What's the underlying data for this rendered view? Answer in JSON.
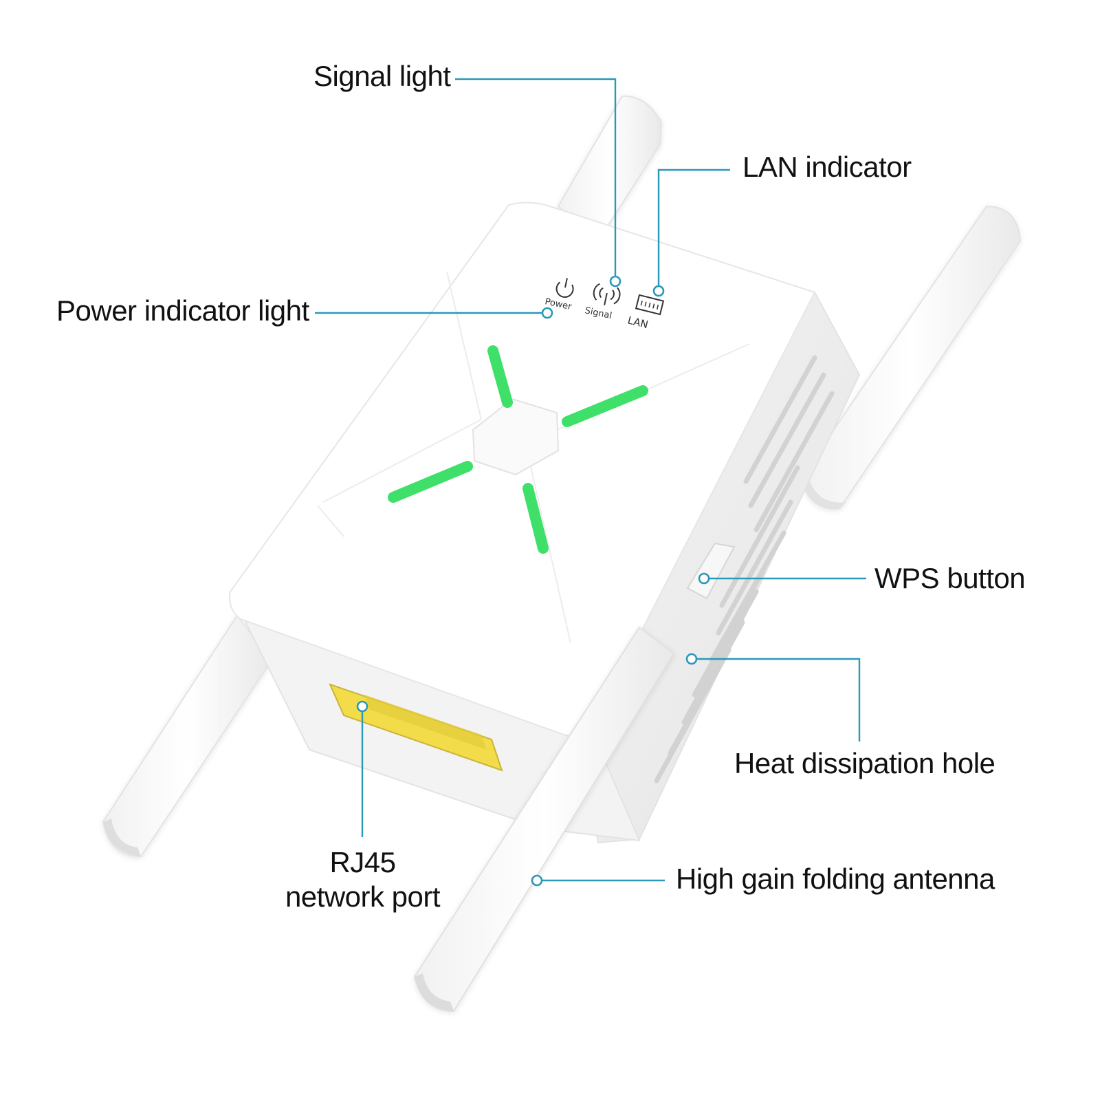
{
  "accent_color": "#2a98b8",
  "led_color": "#3ee06a",
  "port_color": "#f2dc4a",
  "labels": {
    "signal_light": "Signal light",
    "lan_indicator": "LAN indicator",
    "power_indicator_light": "Power indicator light",
    "wps_button": "WPS button",
    "heat_dissipation_hole": "Heat dissipation hole",
    "rj45_line1": "RJ45",
    "rj45_line2": "network port",
    "high_gain_antenna": "High gain folding antenna"
  },
  "device_markings": {
    "power": "Power",
    "signal": "Signal",
    "lan": "LAN"
  },
  "icons": [
    "power-icon",
    "antenna-signal-icon",
    "lan-port-icon"
  ]
}
